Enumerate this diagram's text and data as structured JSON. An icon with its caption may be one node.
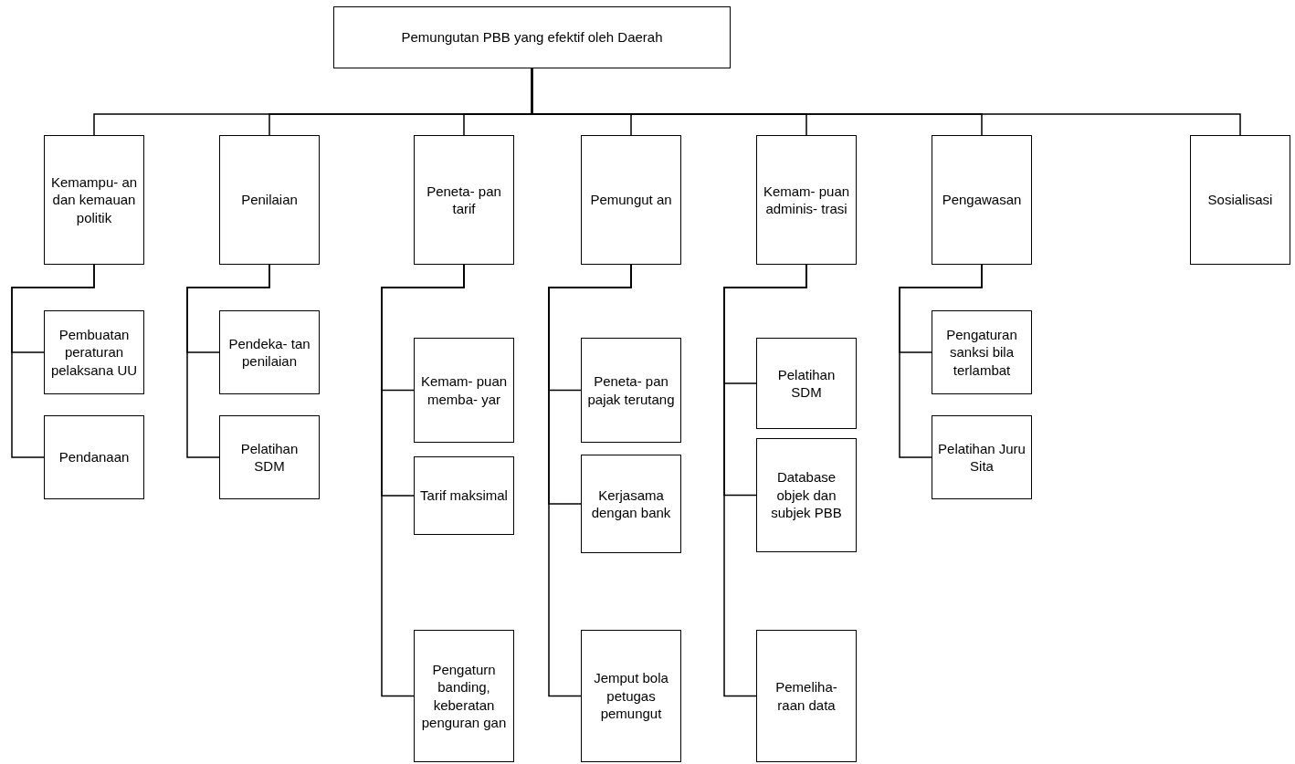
{
  "diagram": {
    "nodes": [
      {
        "text": [
          "Pemungutan PBB yang efektif oleh Daerah"
        ]
      },
      {
        "text": [
          "Kemampu- an dan kemauan politik"
        ]
      },
      {
        "text": [
          "Penilaian"
        ]
      },
      {
        "text": [
          "Peneta- pan tarif"
        ]
      },
      {
        "text": [
          "Pemungut an"
        ]
      },
      {
        "text": [
          "Kemam- puan adminis- trasi"
        ]
      },
      {
        "text": [
          "Pengawasan"
        ]
      },
      {
        "text": [
          "Sosialisasi"
        ]
      },
      {
        "text": [
          "Pembuatan peraturan pelaksana UU"
        ]
      },
      {
        "text": [
          "Pendanaan"
        ]
      },
      {
        "text": [
          "Pendeka- tan penilaian"
        ]
      },
      {
        "text": [
          "Pelatihan SDM"
        ]
      },
      {
        "text": [
          "Kemam- puan memba- yar"
        ]
      },
      {
        "text": [
          "Tarif maksimal"
        ]
      },
      {
        "text": [
          "Pengaturn banding, keberatan penguran gan"
        ]
      },
      {
        "text": [
          "Peneta- pan pajak terutang"
        ]
      },
      {
        "text": [
          "Kerjasama dengan bank"
        ]
      },
      {
        "text": [
          "Jemput bola petugas pemungut"
        ]
      },
      {
        "text": [
          "Pelatihan SDM"
        ]
      },
      {
        "text": [
          "Database objek dan subjek PBB"
        ]
      },
      {
        "text": [
          "Pemeliha- raan data"
        ]
      },
      {
        "text": [
          "Pengaturan sanksi bila terlambat"
        ]
      },
      {
        "text": [
          "Pelatihan Juru Sita"
        ]
      }
    ],
    "edges": [
      {
        "from": 0,
        "to": 1,
        "arrow": "none"
      },
      {
        "from": 0,
        "to": 2,
        "arrow": "none"
      },
      {
        "from": 0,
        "to": 3,
        "arrow": "none"
      },
      {
        "from": 0,
        "to": 4,
        "arrow": "none"
      },
      {
        "from": 0,
        "to": 5,
        "arrow": "none"
      },
      {
        "from": 0,
        "to": 6,
        "arrow": "none"
      },
      {
        "from": 0,
        "to": 7,
        "arrow": "none"
      },
      {
        "from": 1,
        "to": 8,
        "arrow": "none"
      },
      {
        "from": 1,
        "to": 9,
        "arrow": "none"
      },
      {
        "from": 2,
        "to": 10,
        "arrow": "none"
      },
      {
        "from": 2,
        "to": 11,
        "arrow": "none"
      },
      {
        "from": 3,
        "to": 12,
        "arrow": "none"
      },
      {
        "from": 3,
        "to": 13,
        "arrow": "none"
      },
      {
        "from": 3,
        "to": 14,
        "arrow": "none"
      },
      {
        "from": 4,
        "to": 15,
        "arrow": "none"
      },
      {
        "from": 4,
        "to": 16,
        "arrow": "none"
      },
      {
        "from": 4,
        "to": 17,
        "arrow": "none"
      },
      {
        "from": 5,
        "to": 18,
        "arrow": "none"
      },
      {
        "from": 5,
        "to": 19,
        "arrow": "none"
      },
      {
        "from": 5,
        "to": 20,
        "arrow": "none"
      },
      {
        "from": 6,
        "to": 21,
        "arrow": "none"
      },
      {
        "from": 6,
        "to": 22,
        "arrow": "none"
      }
    ]
  }
}
